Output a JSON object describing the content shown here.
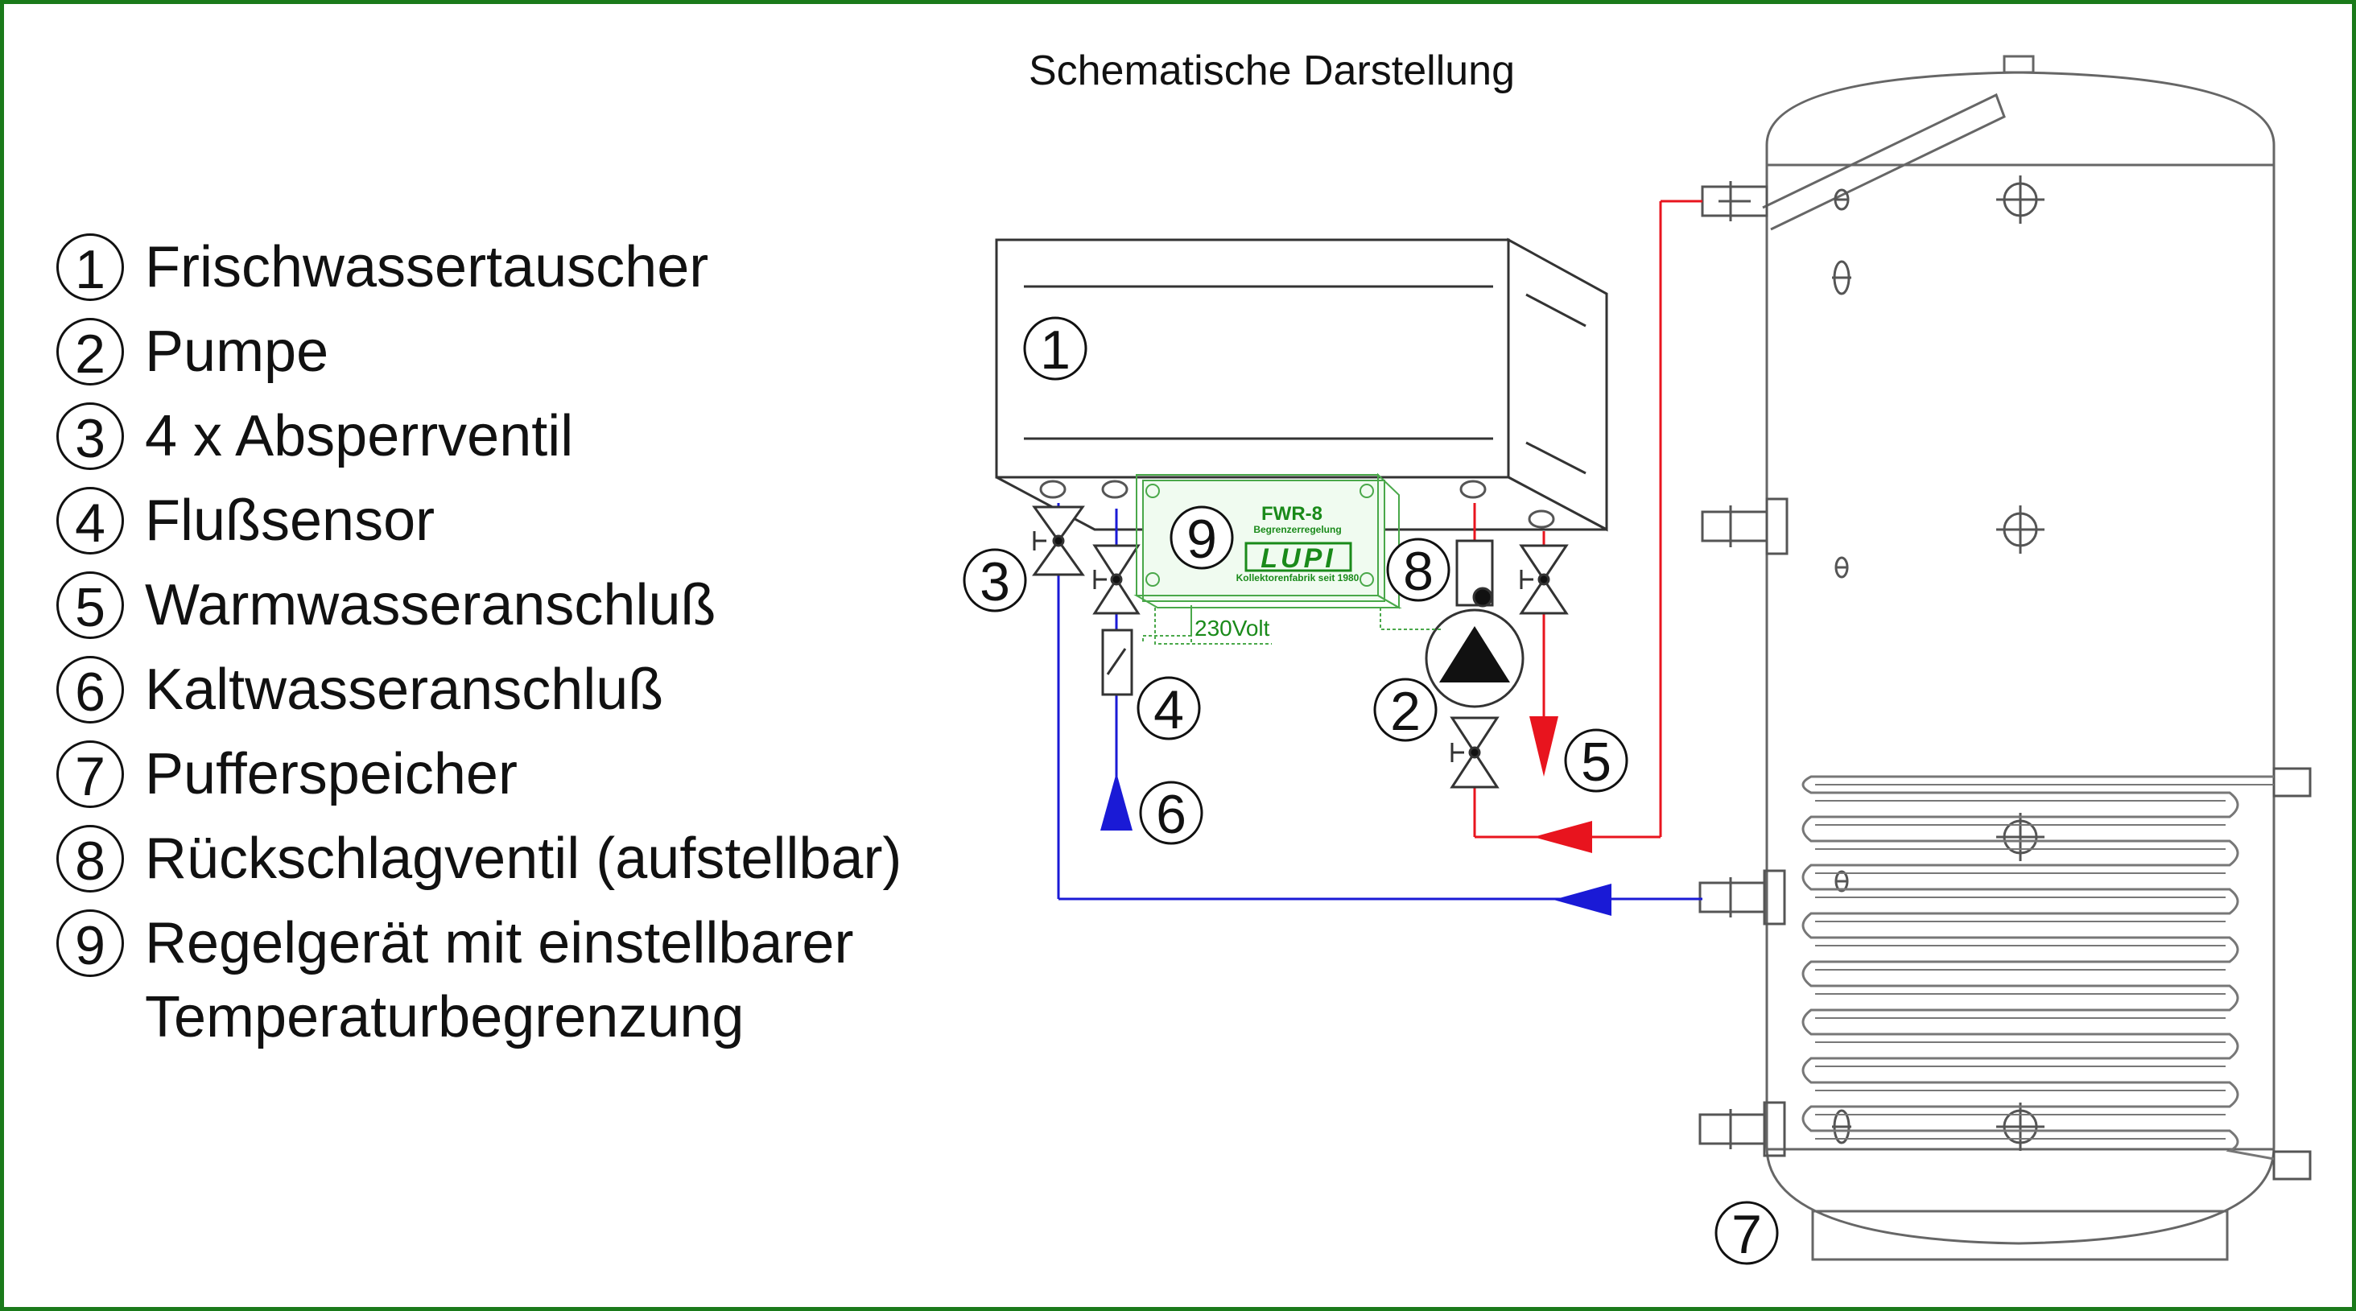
{
  "title": "Schematische Darstellung",
  "legend": [
    {
      "num": "1",
      "text": "Frischwassertauscher"
    },
    {
      "num": "2",
      "text": "Pumpe"
    },
    {
      "num": "3",
      "text": "4 x Absperrventil"
    },
    {
      "num": "4",
      "text": "Flußsensor"
    },
    {
      "num": "5",
      "text": "Warmwasseranschluß"
    },
    {
      "num": "6",
      "text": "Kaltwasseranschluß"
    },
    {
      "num": "7",
      "text": "Pufferspeicher"
    },
    {
      "num": "8",
      "text": "Rückschlagventil (aufstellbar)"
    },
    {
      "num": "9",
      "text": "Regelgerät mit einstellbarer",
      "text2": "Temperaturbegrenzung"
    }
  ],
  "device": {
    "model": "FWR-8",
    "subtitle": "Begrenzerregelung",
    "logo": "LUPI",
    "maker": "Kollektorenfabrik seit 1980",
    "voltage": "230Volt"
  },
  "colors": {
    "frame": "#1a7a1a",
    "hot_line": "#e8141e",
    "cold_line": "#1a1ad6",
    "device_green": "#1a8a1a"
  }
}
